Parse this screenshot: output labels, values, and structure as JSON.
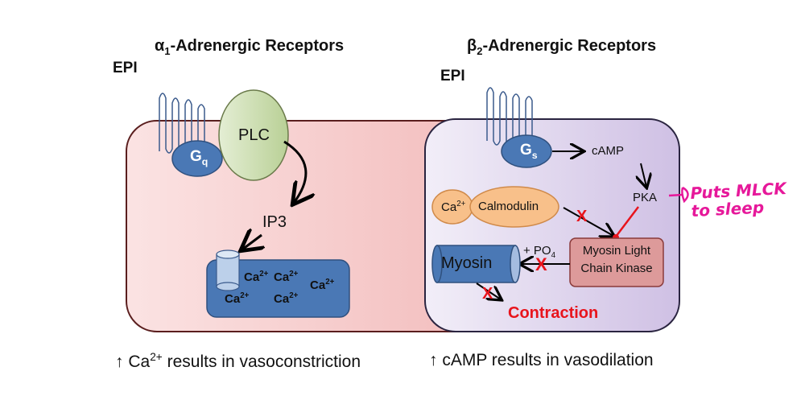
{
  "left_panel": {
    "title_prefix": "α",
    "title_sub": "1",
    "title_rest": "-Adrenergic Receptors",
    "ligand": "EPI",
    "g_protein": "G",
    "g_protein_sub": "q",
    "enzyme": "PLC",
    "messenger": "IP3",
    "ion_labels": [
      "Ca",
      "Ca",
      "Ca",
      "Ca",
      "Ca"
    ],
    "ion_charge": "2+",
    "caption_arrow": "↑",
    "caption_ion": "Ca",
    "caption_charge": "2+",
    "caption_rest": " results in vasoconstriction"
  },
  "right_panel": {
    "title_prefix": "β",
    "title_sub": "2",
    "title_rest": "-Adrenergic Receptors",
    "ligand": "EPI",
    "g_protein": "G",
    "g_protein_sub": "s",
    "messenger": "cAMP",
    "kinase": "PKA",
    "calcium": "Ca",
    "calcium_charge": "2+",
    "calmodulin": "Calmodulin",
    "myosin": "Myosin",
    "mlck_line1": "Myosin Light",
    "mlck_line2": "Chain Kinase",
    "phosphate": "+ PO",
    "phosphate_sub": "4",
    "inhibit_mark": "X",
    "outcome": "Contraction",
    "caption_arrow": "↑",
    "caption_rest": " cAMP results in vasodilation"
  },
  "annotation": {
    "line1": "Puts MLCK",
    "line2": "to sleep"
  },
  "colors": {
    "left_cell": "#f4bcbc",
    "right_cell": "#d8ccea",
    "g_protein": "#4a78b5",
    "plc": "#c6d9a8",
    "calmodulin": "#f8c08a",
    "mlck": "#dd9a9a",
    "inhibit": "#e8141c",
    "annotation": "#e6189a"
  }
}
